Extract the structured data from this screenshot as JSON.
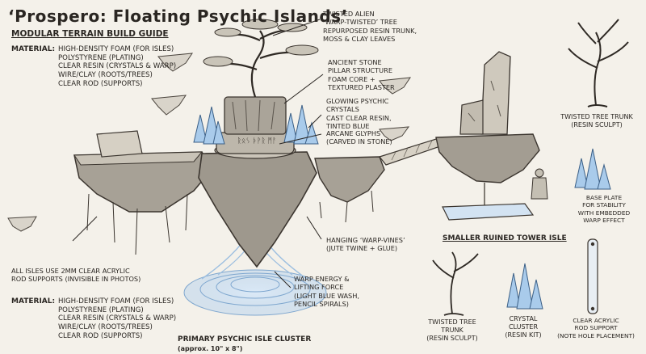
{
  "title": "‘Prospero: Floating Psychic Islands’",
  "subtitle": "Modular Terrain Build Guide",
  "material_top": {
    "label": "Material:",
    "items": "High-Density Foam (for isles)\nPolystyrene (plating)\nClear Resin (crystals & warp)\nWire/Clay (roots/trees)\nClear Rod (supports)"
  },
  "acrylic_note": "All isles use 2mm clear acrylic\nrod supports (invisible in photos)",
  "material_bottom": {
    "label": "Material:",
    "items": "High-Density Foam (for isles)\nPolystyrene (plating)\nClear Resin (crystals & warp)\nWire/Clay (roots/trees)\nClear Rod (supports)"
  },
  "callouts": {
    "tree": "Twisted Alien\n‘Warp-Twisted’ Tree\nrepurposed resin trunk,\nmoss & clay leaves",
    "pillar": "Ancient Stone\nPillar Structure\nfoam core +\ntextured plaster",
    "crystals": "Glowing Psychic\nCrystals\ncast clear resin,\ntinted blue",
    "glyphs": "Arcane Glyphs\n(carved in stone)",
    "vines": "Hanging ‘warp-vines’\n(jute twine + glue)",
    "warp": "Warp Energy &\nLifting Force\n(light blue wash,\npencil spirals)"
  },
  "captions": {
    "primary": "Primary Psychic Isle Cluster",
    "primary_dims": "(approx. 10\" x 8\")",
    "tower": "Smaller Ruined Tower Isle"
  },
  "sidebar": {
    "tree_top": "Twisted Tree Trunk\n(Resin Sculpt)",
    "base_plate": "Base Plate\nfor stability\nwith embedded\nwarp effect",
    "rod": "Clear Acrylic\nRod Support\n(note hole placement)"
  },
  "bottom_items": {
    "tree": "Twisted Tree\nTrunk\n(Resin Sculpt)",
    "crystal": "Crystal\nCluster\n(Resin Kit)"
  },
  "glyph_text": "ᚱᛟᛊ ᚦᚹᚱ ᛗᚨ",
  "colors": {
    "paper": "#f4f1ea",
    "ink": "#2a2622",
    "crystal": "#9cc3e6",
    "stone": "#9a958c",
    "warp": "#bcd6ee"
  }
}
